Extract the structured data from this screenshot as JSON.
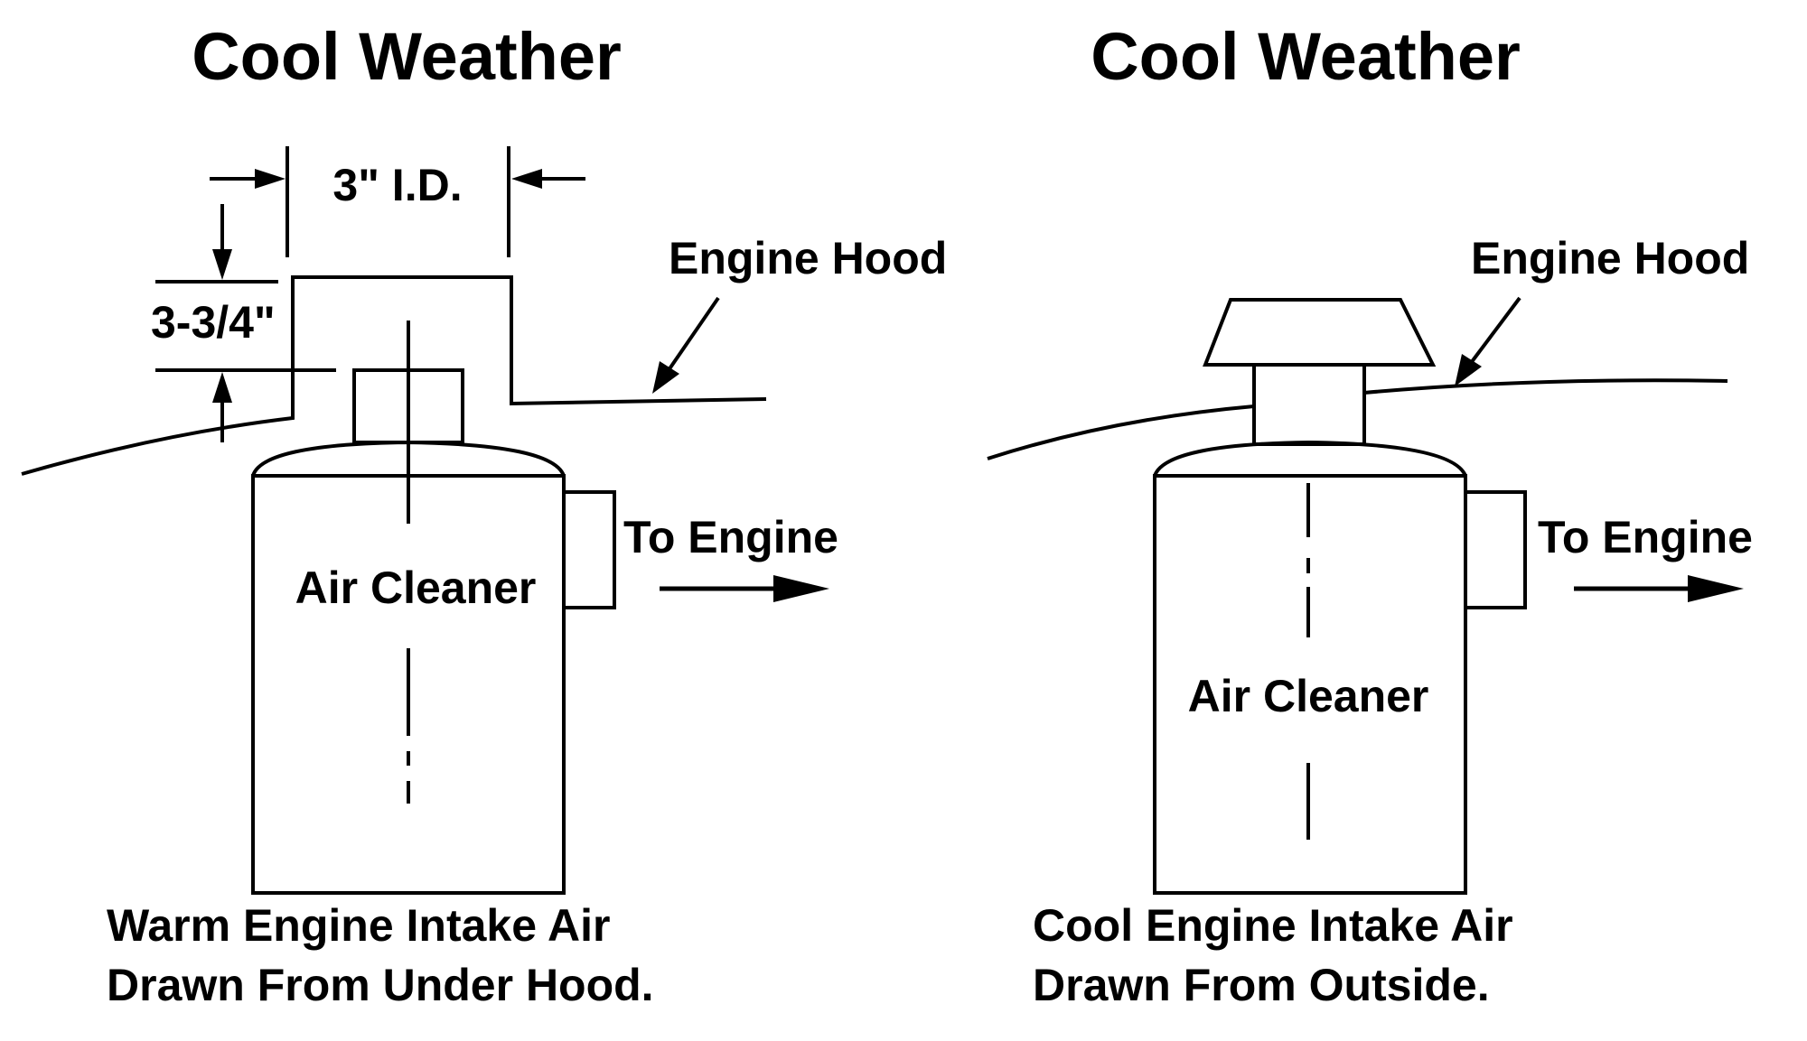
{
  "left_panel": {
    "title": "Cool Weather",
    "dimension_width": "3\" I.D.",
    "dimension_height": "3-3/4\"",
    "hood_label": "Engine Hood",
    "outlet_label": "To Engine",
    "cleaner_label": "Air Cleaner",
    "caption_line1": "Warm Engine Intake Air",
    "caption_line2": "Drawn From Under Hood."
  },
  "right_panel": {
    "title": "Cool Weather",
    "hood_label": "Engine Hood",
    "outlet_label": "To Engine",
    "cleaner_label": "Air Cleaner",
    "caption_line1": "Cool Engine Intake Air",
    "caption_line2": "Drawn From Outside."
  }
}
